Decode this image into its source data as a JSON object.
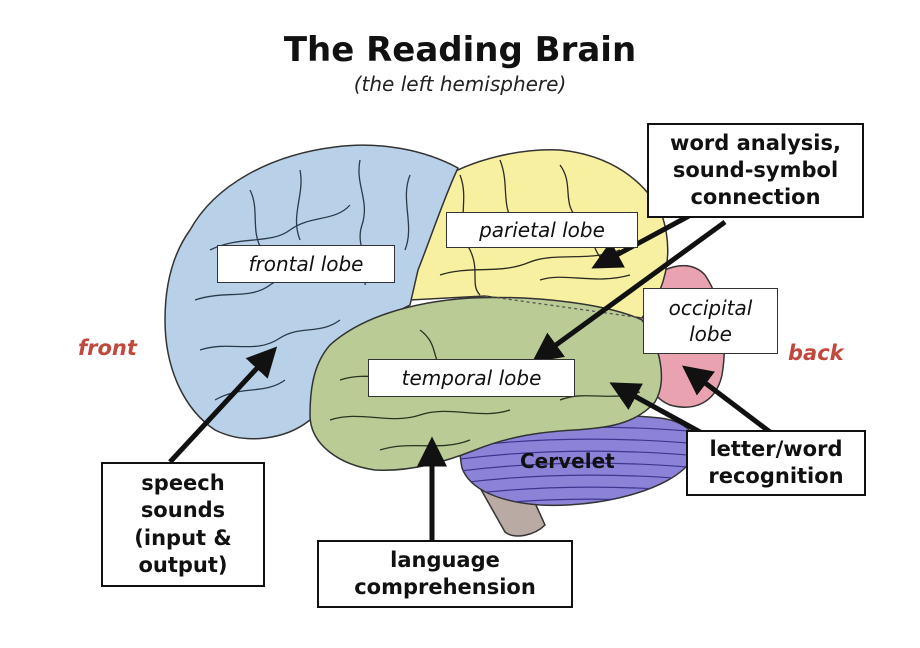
{
  "title": "The Reading Brain",
  "subtitle": "(the left hemisphere)",
  "directions": {
    "front": "front",
    "back": "back"
  },
  "regions": {
    "frontal": "frontal lobe",
    "parietal": "parietal lobe",
    "occipital_line1": "occipital",
    "occipital_line2": "lobe",
    "temporal": "temporal lobe",
    "cerebellum": "Cervelet"
  },
  "functions": {
    "word_analysis": {
      "line1": "word analysis,",
      "line2": "sound-symbol",
      "line3": "connection"
    },
    "letter_word": {
      "line1": "letter/word",
      "line2": "recognition"
    },
    "speech": {
      "line1": "speech",
      "line2": "sounds",
      "line3": "(input &",
      "line4": "output)"
    },
    "language": {
      "line1": "language",
      "line2": "comprehension"
    }
  },
  "colors": {
    "frontal": "#b8d1e8",
    "parietal": "#f7f0a0",
    "temporal": "#bacb96",
    "occipital": "#e9a3b0",
    "cerebellum": "#8c83d8",
    "brainstem": "#b9aaa3",
    "direction_text": "#c0483c"
  }
}
